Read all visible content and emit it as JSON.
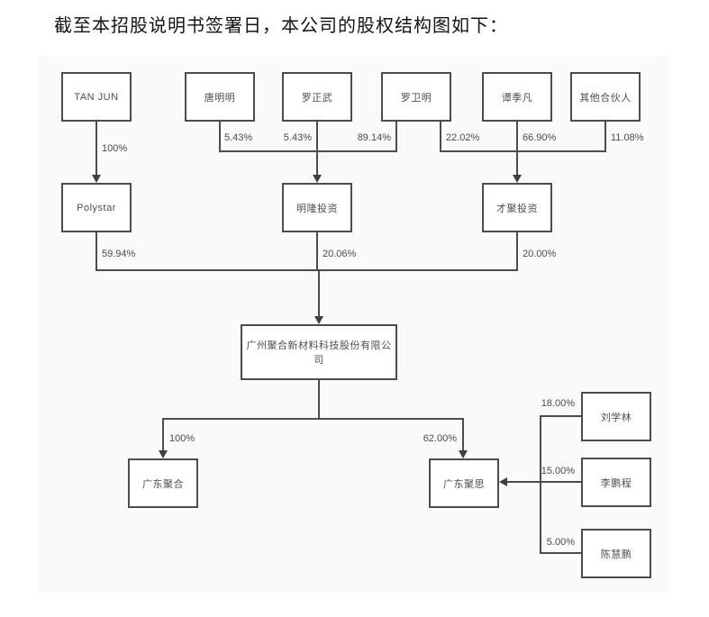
{
  "title": "截至本招股说明书签署日，本公司的股权结构图如下：",
  "diagram": {
    "nodes": {
      "tan_jun": "TAN JUN",
      "tang_mingming": "唐明明",
      "luo_zhengwu": "罗正武",
      "luo_weiming": "罗卫明",
      "tan_jifan": "谭季凡",
      "other_partners": "其他合伙人",
      "polystar": "Polystar",
      "minglong": "明隆投资",
      "caiju": "才聚投资",
      "company": "广州聚合新材料科技股份有限公司",
      "gd_juhe": "广东聚合",
      "gd_jusi": "广东聚思",
      "liu_xuelin": "刘学林",
      "li_pengcheng": "李鹏程",
      "chen_huipeng": "陈慧鹏"
    },
    "labels": {
      "tanjun_polystar": "100%",
      "tang_minglong": "5.43%",
      "zhengwu_minglong": "5.43%",
      "weiming_minglong": "89.14%",
      "weiming_caiju": "22.02%",
      "jifan_caiju": "66.90%",
      "others_caiju": "11.08%",
      "polystar_company": "59.94%",
      "minglong_company": "20.06%",
      "caiju_company": "20.00%",
      "company_juhe": "100%",
      "company_jusi": "62.00%",
      "liu_jusi": "18.00%",
      "li_jusi": "15.00%",
      "chen_jusi": "5.00%"
    },
    "colors": {
      "line": "#4c4c4c",
      "box_border": "#4c4c4c",
      "box_bg": "#ffffff",
      "panel_bg": "#fafafa",
      "text": "#4e4e4e"
    }
  }
}
